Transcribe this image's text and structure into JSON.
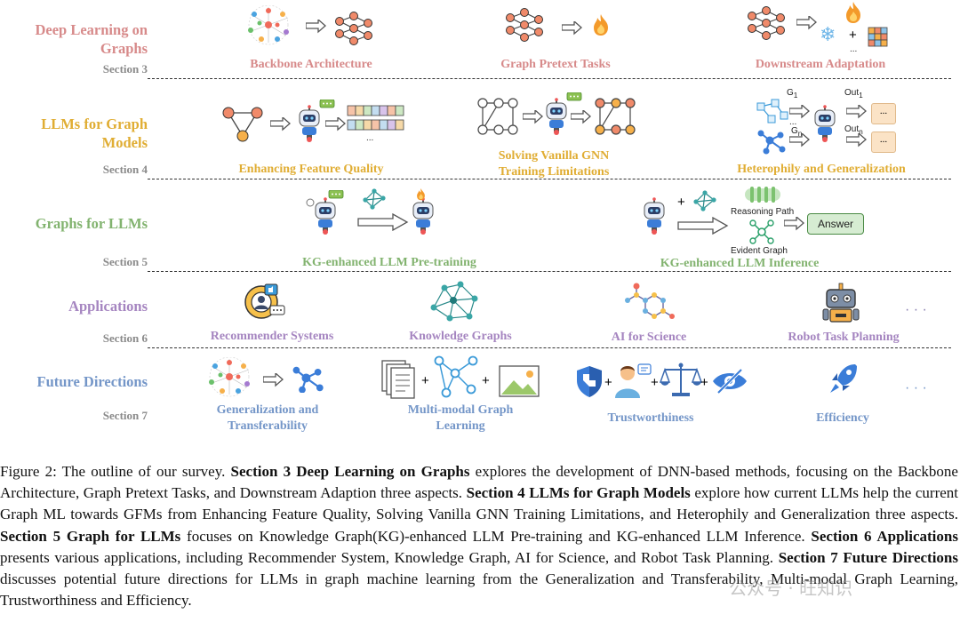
{
  "sections": [
    {
      "title": "Deep Learning on Graphs",
      "title_lines": [
        "Deep Learning on",
        "Graphs"
      ],
      "section": "Section 3",
      "color": "#d78a8a",
      "items": [
        "Backbone Architecture",
        "Graph Pretext Tasks",
        "Downstream Adaptation"
      ]
    },
    {
      "title": "LLMs for Graph Models",
      "title_lines": [
        "LLMs for Graph",
        "Models"
      ],
      "section": "Section 4",
      "color": "#e0ad33",
      "items": [
        "Enhancing Feature Quality",
        "Solving Vanilla GNN Training Limitations",
        "Heterophily and Generalization"
      ],
      "items_lines": [
        [
          "Enhancing Feature Quality"
        ],
        [
          "Solving Vanilla GNN",
          "Training Limitations"
        ],
        [
          "Heterophily and Generalization"
        ]
      ]
    },
    {
      "title": "Graphs for LLMs",
      "section": "Section 5",
      "color": "#82b36f",
      "items": [
        "KG-enhanced LLM  Pre-training",
        "KG-enhanced LLM  Inference"
      ]
    },
    {
      "title": "Applications",
      "section": "Section 6",
      "color": "#a585c0",
      "items": [
        "Recommender Systems",
        "Knowledge Graphs",
        "AI for Science",
        "Robot Task Planning"
      ]
    },
    {
      "title": "Future Directions",
      "section": "Section 7",
      "color": "#7496c8",
      "items_lines": [
        [
          "Generalization and",
          "Transferability"
        ],
        [
          "Multi-modal Graph",
          "Learning"
        ],
        [
          "Trustworthiness"
        ],
        [
          "Efficiency"
        ]
      ]
    }
  ],
  "figure_labels": {
    "g1": "G",
    "g1_sub": "1",
    "gn": "G",
    "gn_sub": "n",
    "out1": "Out",
    "out1_sub": "1",
    "outn": "Out",
    "outn_sub": "n",
    "reasoning_path": "Reasoning Path",
    "evident_graph": "Evident Graph",
    "answer": "Answer",
    "ellipsis": "...",
    "more": "· · ·"
  },
  "caption": {
    "prefix": "Figure 2: The outline of our survey. ",
    "s3_bold": "Section 3 Deep Learning on Graphs",
    "s3_text": " explores the development of DNN-based methods, focusing on the Backbone Architecture, Graph Pretext Tasks, and Downstream Adaption three aspects. ",
    "s4_bold": "Section 4 LLMs for Graph Models",
    "s4_text": " explore how current LLMs help the current Graph ML towards GFMs from Enhancing Feature Quality, Solving Vanilla GNN Training Limitations, and Heterophily and Generalization three aspects. ",
    "s5_bold": "Section 5 Graph for LLMs",
    "s5_text": " focuses on Knowledge Graph(KG)-enhanced LLM Pre-training and KG-enhanced LLM Inference. ",
    "s6_bold": "Section 6 Applications",
    "s6_text": " presents various applications, including Recommender System, Knowledge Graph, AI for Science, and Robot Task Planning. ",
    "s7_bold": "Section 7 Future Directions",
    "s7_text": " discusses potential future directions for LLMs in graph machine learning from the Generalization and Transferability, Multi-modal Graph Learning, Trustworthiness and Efficiency."
  },
  "watermark": "公众号 · 旺知识",
  "colors": {
    "node_red": "#f08a6a",
    "node_orange": "#f6b04a",
    "robot_blue": "#3b7dd8",
    "fire": "#f39a2b"
  }
}
